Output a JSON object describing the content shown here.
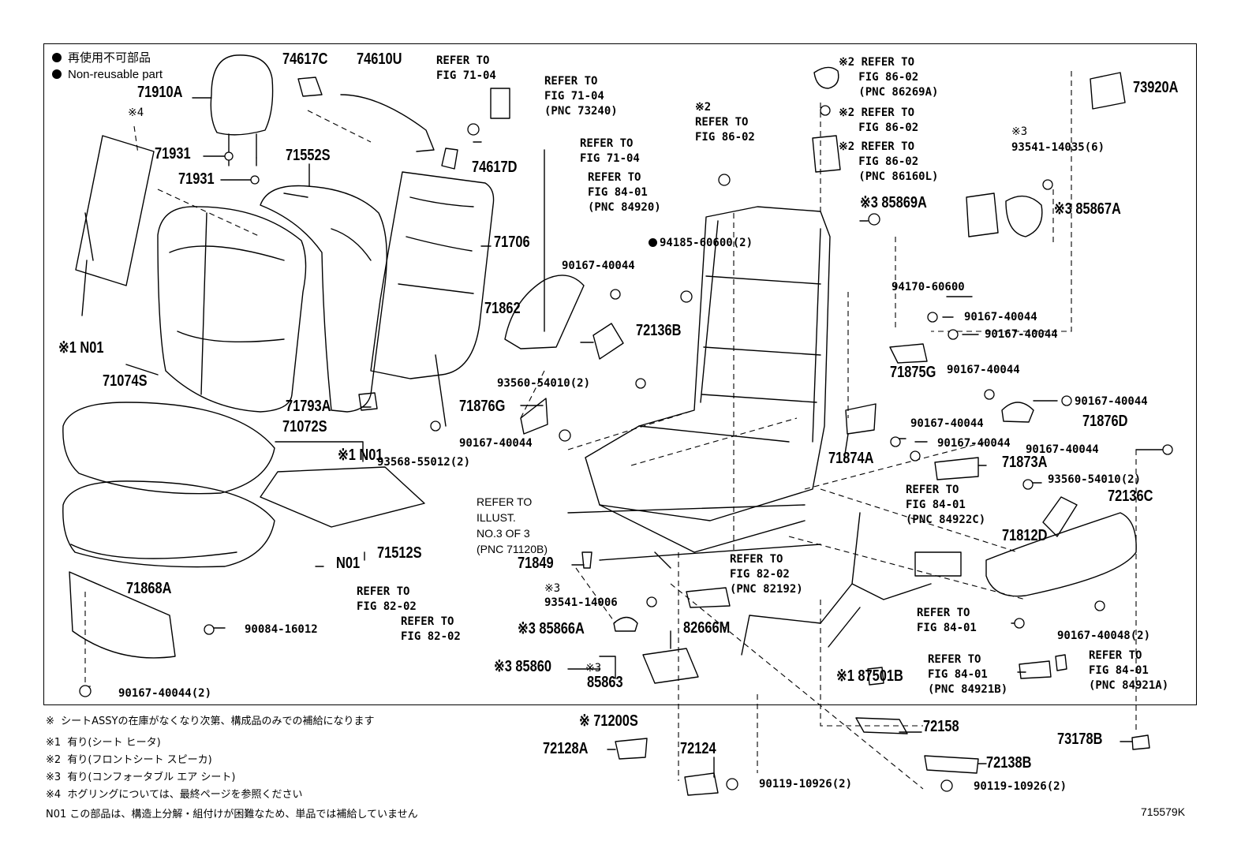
{
  "legend": {
    "line1": "再使用不可部品",
    "line2": "Non-reusable part"
  },
  "labels": {
    "l71910A": "71910A",
    "l4": "※4",
    "l74617C": "74617C",
    "l74610U": "74610U",
    "l71931a": "71931",
    "l71931b": "71931",
    "l71552S": "71552S",
    "ref7104a": "REFER TO\nFIG 71-04",
    "ref7104b": "REFER TO\nFIG 71-04\n(PNC 73240)",
    "ref7104c": "REFER TO\nFIG 71-04",
    "l74617D": "74617D",
    "l71706": "71706",
    "ref8401a": "REFER TO\nFIG 84-01\n(PNC 84920)",
    "ref8602a": "※2 REFER TO\n   FIG 86-02\n   (PNC 86269A)",
    "ref8602b": "※2\nREFER TO\nFIG 86-02",
    "ref8602c": "※2 REFER TO\n   FIG 86-02",
    "ref8602d": "※2 REFER TO\n   FIG 86-02\n   (PNC 86160L)",
    "l73920A": "73920A",
    "l3a": "※3",
    "l93541a": "93541-14035(6)",
    "l85869A": "※3 85869A",
    "l85867A": "※3 85867A",
    "l94185": "94185-60600(2)",
    "l90167a": "90167-40044",
    "l94170": "94170-60600",
    "l71862": "71862",
    "l72136B": "72136B",
    "l90167b": "90167-40044",
    "l90167c": "90167-40044",
    "n01a": "※1 N01",
    "l71074S": "71074S",
    "l93560a": "93560-54010(2)",
    "l71875G": "71875G",
    "l71793A": "71793A",
    "l71876G": "71876G",
    "l90167d": "90167-40044",
    "l90167e": "90167-40044",
    "l71876D": "71876D",
    "l71072S": "71072S",
    "n01b": "※1 N01",
    "l90167f": "90167-40044",
    "l93568": "93568-55012(2)",
    "l90167g": "90167-40044",
    "l90167h": "90167-40044",
    "l71874A": "71874A",
    "l90167i": "90167-40044",
    "l71873A": "71873A",
    "l93560b": "93560-54010(2)",
    "l72136C": "72136C",
    "refIllust": "REFER TO\nILLUST.\nNO.3 OF 3\n(PNC 71120B)",
    "ref8401b": "REFER TO\nFIG 84-01\n(PNC 84922C)",
    "n01c": "N01",
    "l71512S": "71512S",
    "l71849": "71849",
    "ref8202a": "REFER TO\nFIG 82-02\n(PNC 82192)",
    "l71812D": "71812D",
    "l71868A": "71868A",
    "ref8202b": "REFER TO\nFIG 82-02",
    "ref8202c": "REFER TO\nFIG 82-02",
    "l3b": "※3",
    "l93541b": "93541-14006",
    "l90084": "90084-16012",
    "l85866A": "※3 85866A",
    "l82666M": "82666M",
    "ref8401c": "REFER TO\nFIG 84-01",
    "l90167j": "90167-40048(2)",
    "l85860": "※3 85860",
    "l3c": "※3",
    "l85863": "85863",
    "l87501B": "※1 87501B",
    "ref8401d": "REFER TO\nFIG 84-01\n(PNC 84921B)",
    "ref8401e": "REFER TO\nFIG 84-01\n(PNC 84921A)",
    "l90167k": "90167-40044(2)",
    "l71200S": "※ 71200S",
    "l72158": "72158",
    "l72128A": "72128A",
    "l72124": "72124",
    "l72138B": "72138B",
    "l73178B": "73178B",
    "l90119a": "90119-10926(2)",
    "l90119b": "90119-10926(2)"
  },
  "notes": {
    "n0": "※  シートASSYの在庫がなくなり次第、構成品のみでの補給になります",
    "n1": "※1  有り(シート ヒータ)",
    "n2": "※2  有り(フロントシート スピーカ)",
    "n3": "※3  有り(コンフォータブル エア シート)",
    "n4": "※4  ホグリングについては、最終ページを参照ください",
    "n5": "N01 この部品は、構造上分解・組付けが困難なため、単品では補給していません"
  },
  "figure_id": "715579K"
}
